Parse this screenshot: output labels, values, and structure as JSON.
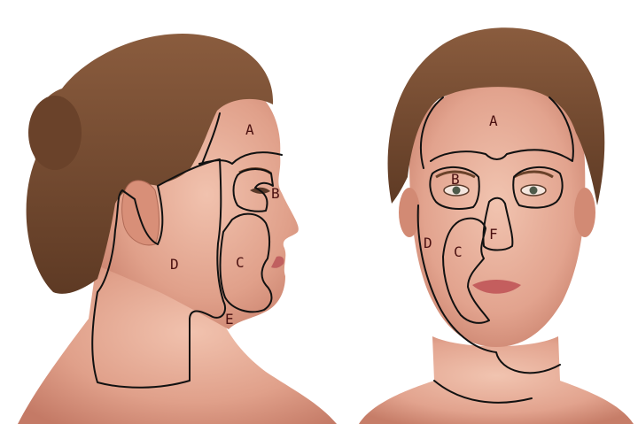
{
  "colors": {
    "skin": "#e3a692",
    "skin_shadow": "#c9806b",
    "skin_light": "#f0c1ae",
    "hair": "#7a4f34",
    "hair_dark": "#553420",
    "outline": "#111111",
    "label": "#4a1010"
  },
  "profile": {
    "labels": {
      "a": "A",
      "b": "B",
      "c": "C",
      "d": "D",
      "e": "E"
    }
  },
  "frontal": {
    "labels": {
      "a": "A",
      "b": "B",
      "c": "C",
      "d": "D",
      "f": "F"
    }
  }
}
